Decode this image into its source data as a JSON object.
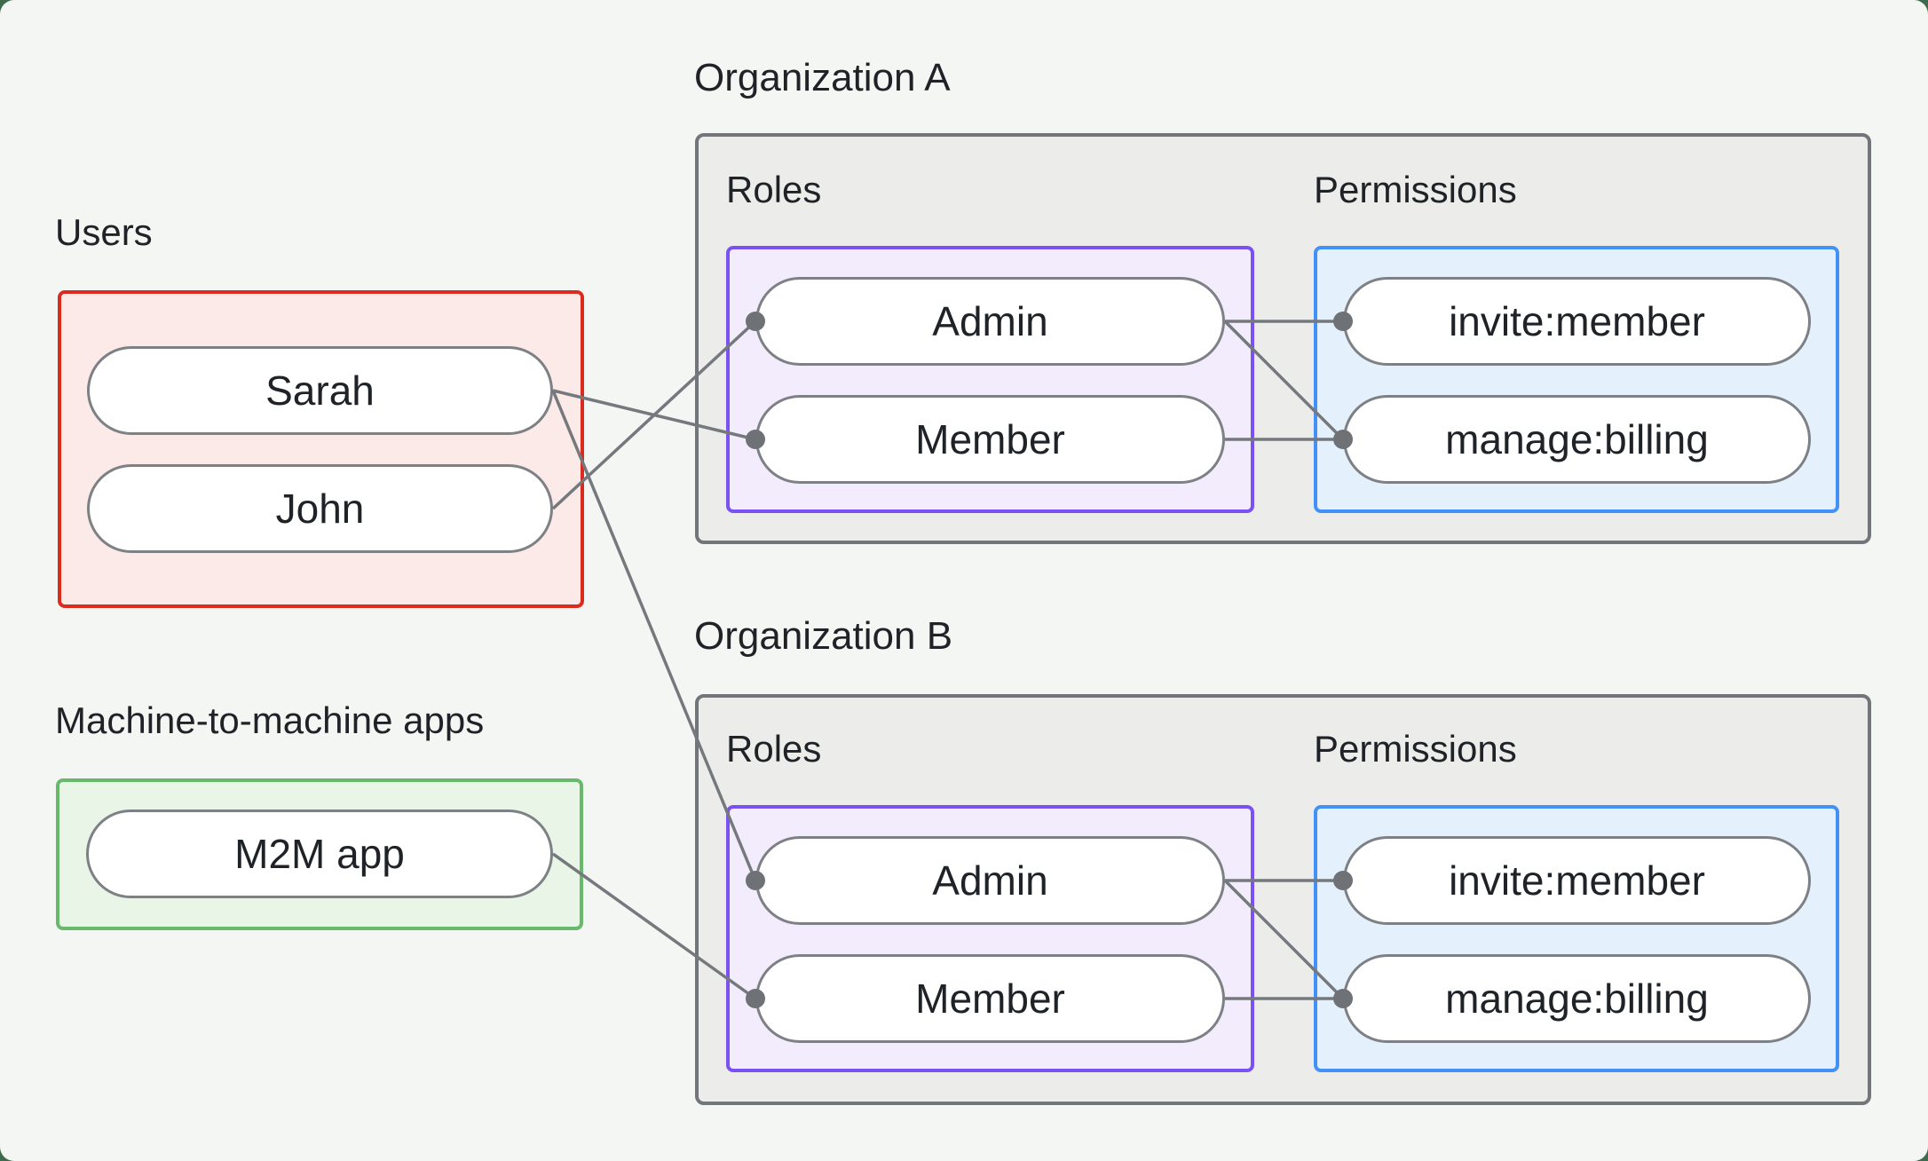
{
  "colors": {
    "page-bg": "#3e6b4e",
    "card-bg": "#f4f6f3",
    "text": "#1f2327",
    "users-border": "#db2b1e",
    "users-fill": "#fbeae7",
    "m2m-border": "#68b96c",
    "m2m-fill": "#e9f5e7",
    "org-border": "#72767a",
    "org-fill": "#ecedeb",
    "roles-border": "#7a52f4",
    "roles-fill": "#f2ecfc",
    "perms-border": "#4291f8",
    "perms-fill": "#e4f1fd",
    "pill-border": "#7d8084",
    "line": "#75797d",
    "dot": "#6e7276"
  },
  "users_group": {
    "label": "Users",
    "items": [
      "Sarah",
      "John"
    ]
  },
  "m2m_group": {
    "label": "Machine-to-machine apps",
    "items": [
      "M2M app"
    ]
  },
  "org_a": {
    "title": "Organization A",
    "roles_label": "Roles",
    "permissions_label": "Permissions",
    "roles": [
      "Admin",
      "Member"
    ],
    "permissions": [
      "invite:member",
      "manage:billing"
    ]
  },
  "org_b": {
    "title": "Organization B",
    "roles_label": "Roles",
    "permissions_label": "Permissions",
    "roles": [
      "Admin",
      "Member"
    ],
    "permissions": [
      "invite:member",
      "manage:billing"
    ]
  },
  "connections": [
    {
      "from": "Sarah",
      "to": "Organization A / Member"
    },
    {
      "from": "Sarah",
      "to": "Organization B / Admin"
    },
    {
      "from": "John",
      "to": "Organization A / Admin"
    },
    {
      "from": "M2M app",
      "to": "Organization B / Member"
    },
    {
      "from": "Organization A / Admin",
      "to": "Organization A / invite:member"
    },
    {
      "from": "Organization A / Admin",
      "to": "Organization A / manage:billing"
    },
    {
      "from": "Organization A / Member",
      "to": "Organization A / manage:billing"
    },
    {
      "from": "Organization B / Admin",
      "to": "Organization B / invite:member"
    },
    {
      "from": "Organization B / Admin",
      "to": "Organization B / manage:billing"
    },
    {
      "from": "Organization B / Member",
      "to": "Organization B / manage:billing"
    }
  ]
}
